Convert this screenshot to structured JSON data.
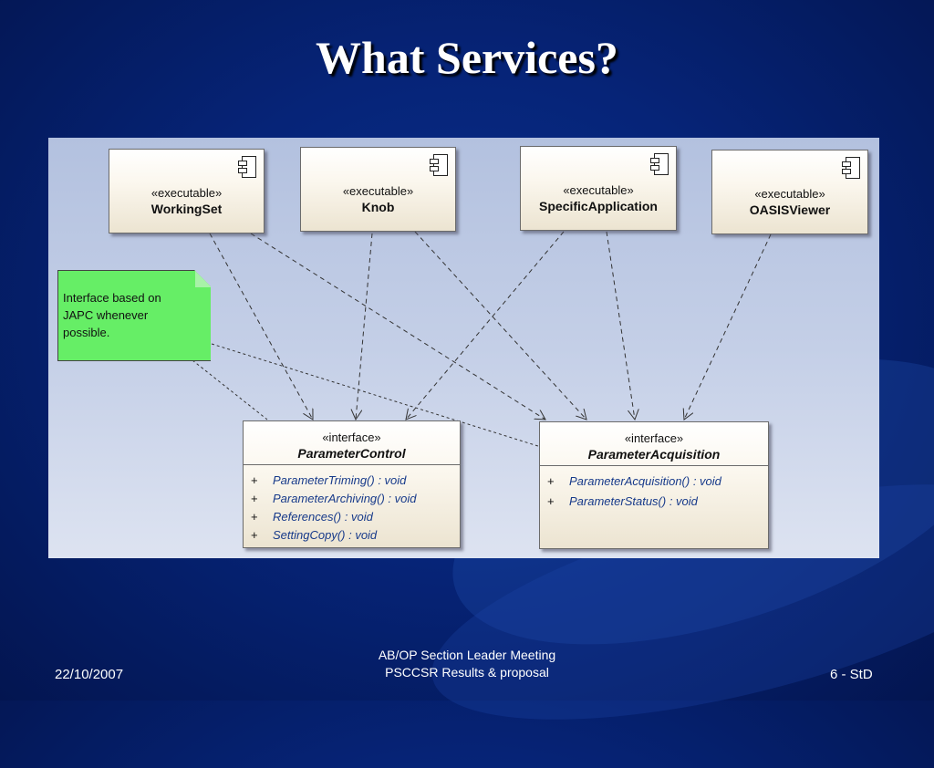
{
  "slide": {
    "title": "What Services?",
    "footer_left": "22/10/2007",
    "footer_center_line1": "AB/OP Section Leader Meeting",
    "footer_center_line2": "PSCCSR Results & proposal",
    "footer_right": "6 - StD"
  },
  "diagram": {
    "components": [
      {
        "stereotype": "«executable»",
        "name": "WorkingSet"
      },
      {
        "stereotype": "«executable»",
        "name": "Knob"
      },
      {
        "stereotype": "«executable»",
        "name": "SpecificApplication"
      },
      {
        "stereotype": "«executable»",
        "name": "OASISViewer"
      }
    ],
    "note": {
      "text": "Interface based on\nJAPC whenever\npossible."
    },
    "interfaces": [
      {
        "stereotype": "«interface»",
        "name": "ParameterControl",
        "operations": [
          {
            "visibility": "+",
            "signature": "ParameterTriming() : void"
          },
          {
            "visibility": "+",
            "signature": "ParameterArchiving() : void"
          },
          {
            "visibility": "+",
            "signature": "References() : void"
          },
          {
            "visibility": "+",
            "signature": "SettingCopy() : void"
          }
        ]
      },
      {
        "stereotype": "«interface»",
        "name": "ParameterAcquisition",
        "operations": [
          {
            "visibility": "+",
            "signature": "ParameterAcquisition() : void"
          },
          {
            "visibility": "+",
            "signature": "ParameterStatus() : void"
          }
        ]
      }
    ]
  }
}
